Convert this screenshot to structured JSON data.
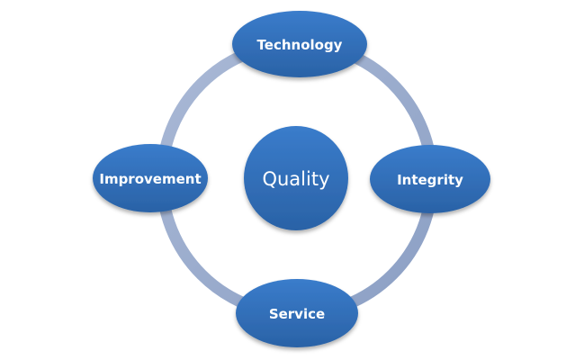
{
  "diagram": {
    "center": "Quality",
    "nodes": {
      "top": "Technology",
      "right": "Integrity",
      "bottom": "Service",
      "left": "Improvement"
    },
    "colors": {
      "node_fill": "#2f6db5",
      "node_fill_light": "#3a7ccb",
      "ring": "#9aaed0",
      "text": "#ffffff"
    }
  }
}
